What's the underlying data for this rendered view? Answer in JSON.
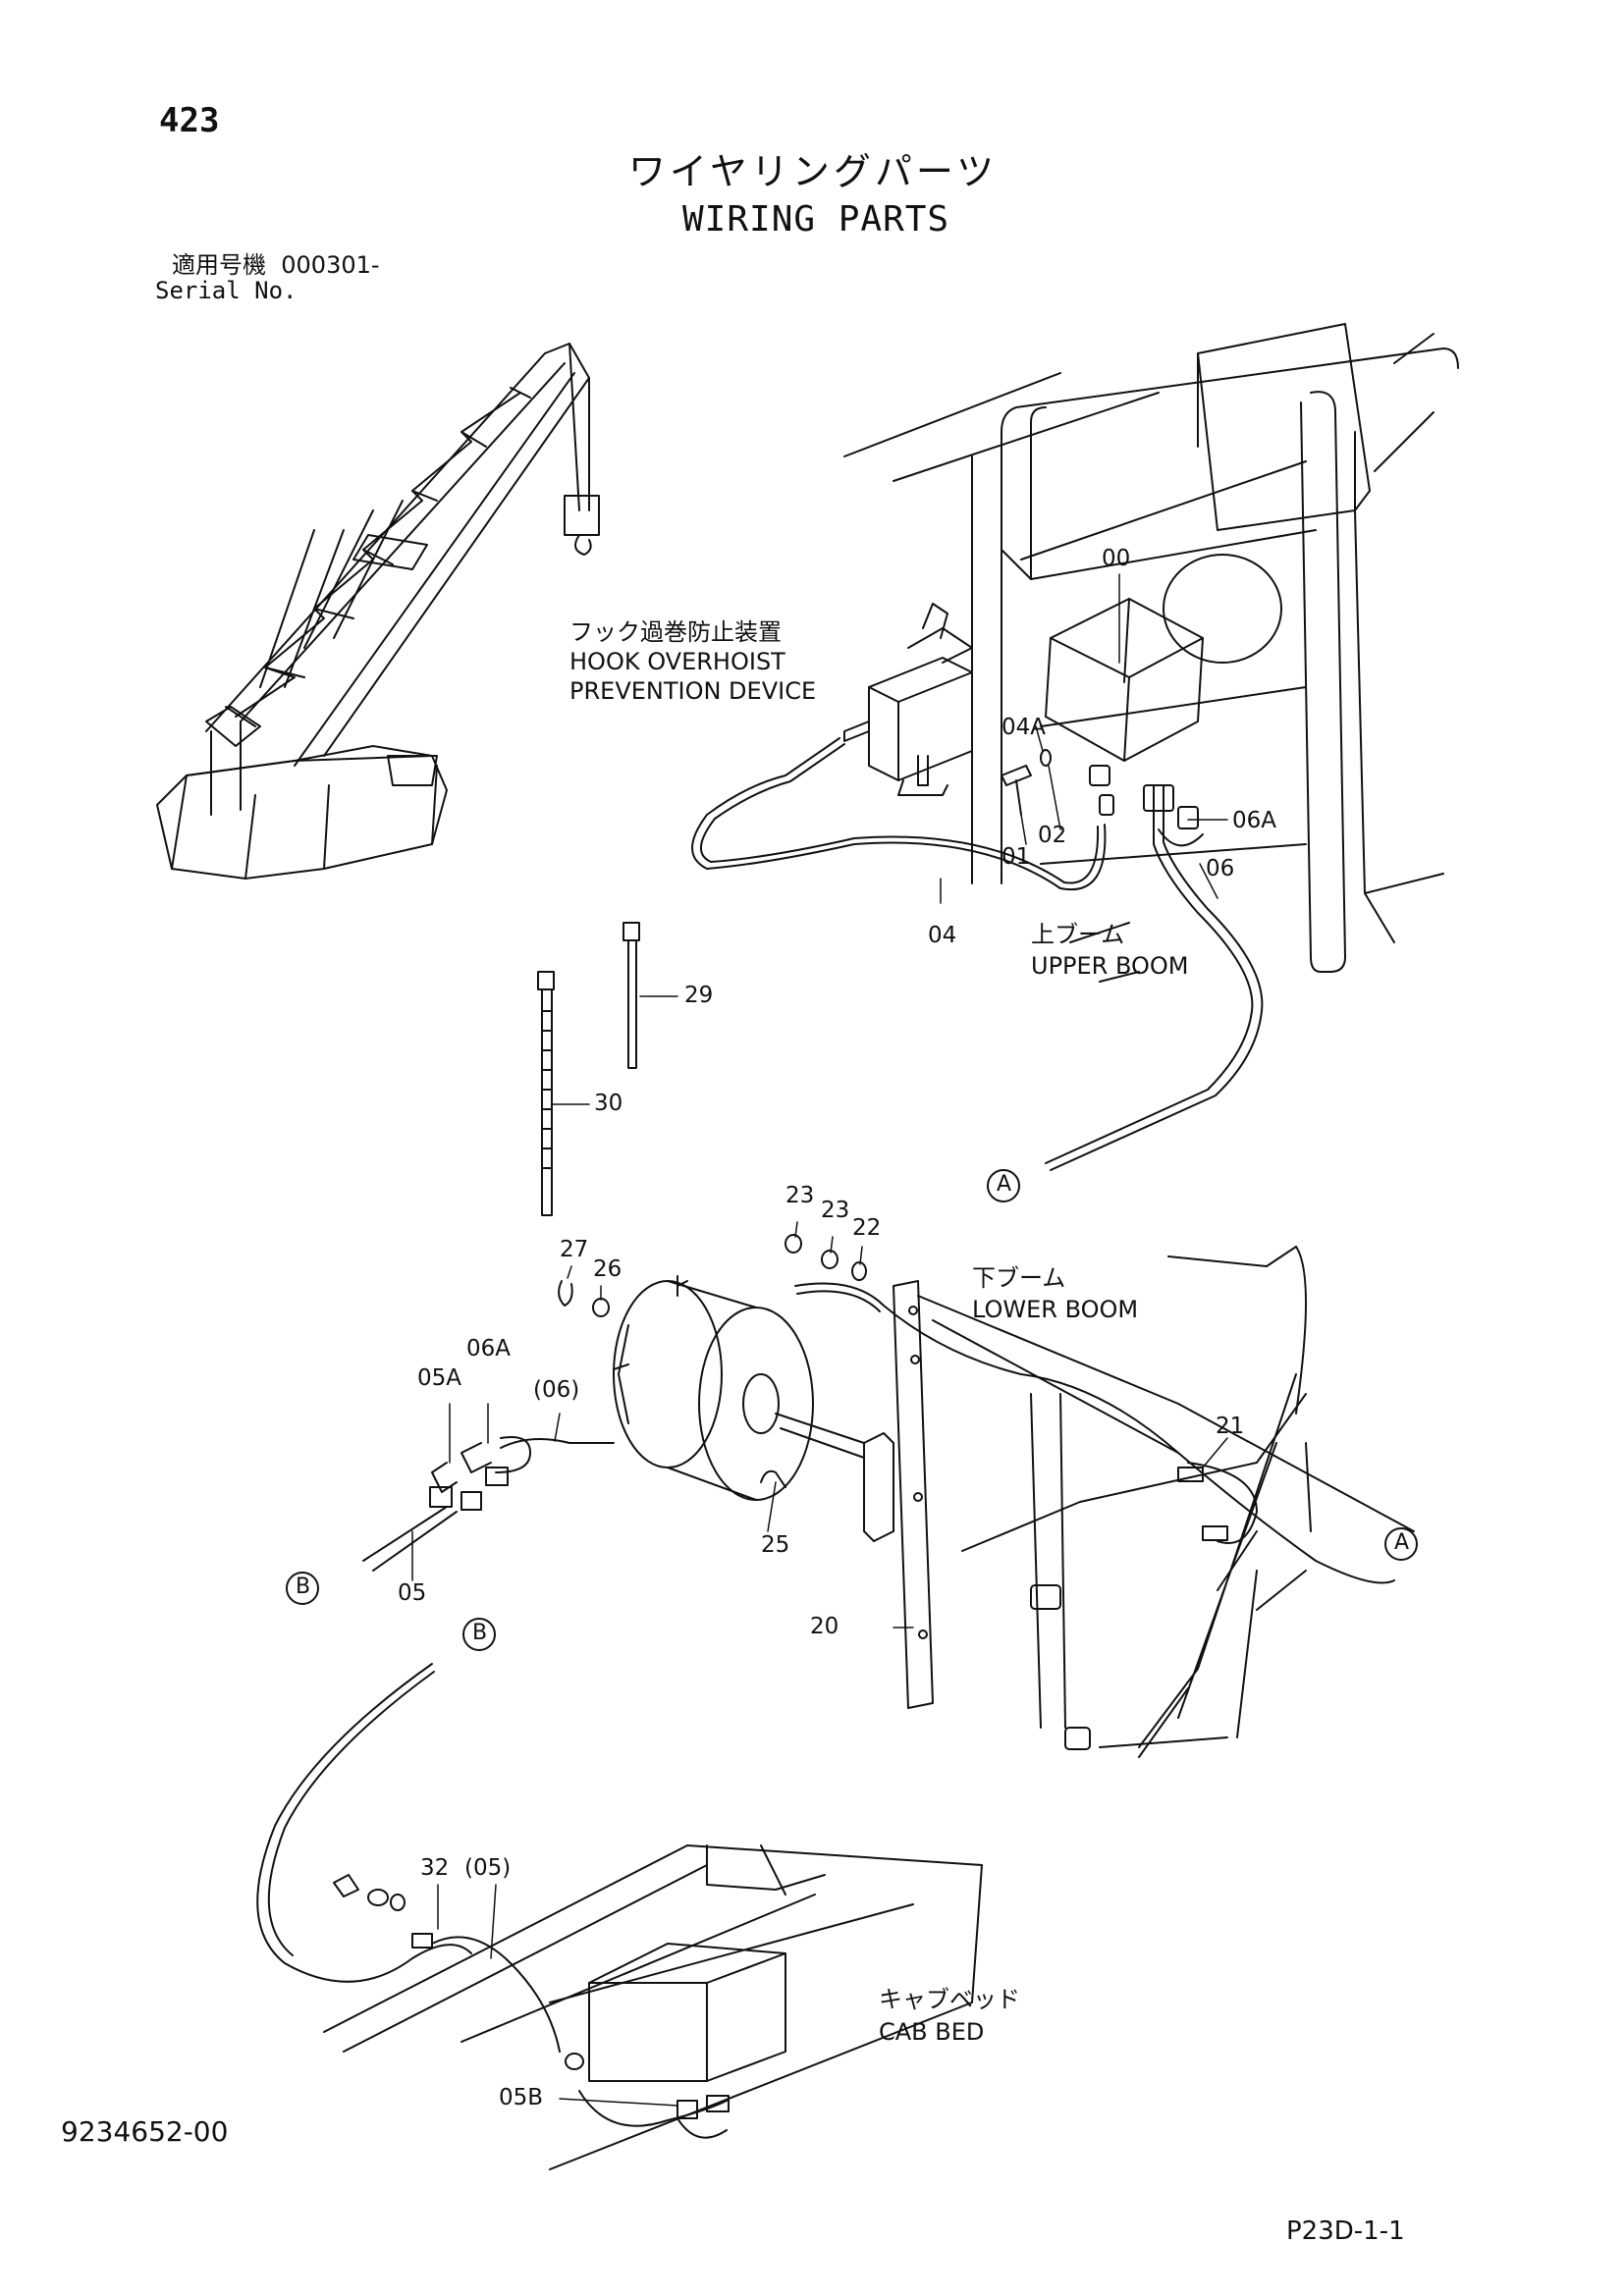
{
  "page_number": "423",
  "title": {
    "jp": "ワイヤリングパーツ",
    "en": "WIRING PARTS"
  },
  "serial": {
    "label_jp": "適用号機",
    "value": "000301-",
    "label_en": "Serial No."
  },
  "labels": {
    "hook_jp": "フック過巻防止装置",
    "hook_en1": "HOOK OVERHOIST",
    "hook_en2": "PREVENTION DEVICE",
    "upper_jp": "上ブーム",
    "upper_en": "UPPER BOOM",
    "lower_jp": "下ブーム",
    "lower_en": "LOWER BOOM",
    "cab_jp": "キャブベッド",
    "cab_en": "CAB BED"
  },
  "callouts": {
    "c00": "00",
    "c04A": "04A",
    "c01": "01",
    "c02": "02",
    "c06A_top": "06A",
    "c06_top": "06",
    "c04": "04",
    "c29": "29",
    "c30": "30",
    "c23a": "23",
    "c23b": "23",
    "c22": "22",
    "c27": "27",
    "c26": "26",
    "c06A_mid": "06A",
    "c05A": "05A",
    "c06p": "(06)",
    "c05": "05",
    "c25": "25",
    "c20": "20",
    "c21": "21",
    "c32": "32",
    "c05p": "(05)",
    "c05B": "05B"
  },
  "connectors": {
    "a1": "A",
    "a2": "A",
    "b1": "B",
    "b2": "B"
  },
  "footer": {
    "doc_number": "9234652-00",
    "page_code": "P23D-1-1"
  }
}
